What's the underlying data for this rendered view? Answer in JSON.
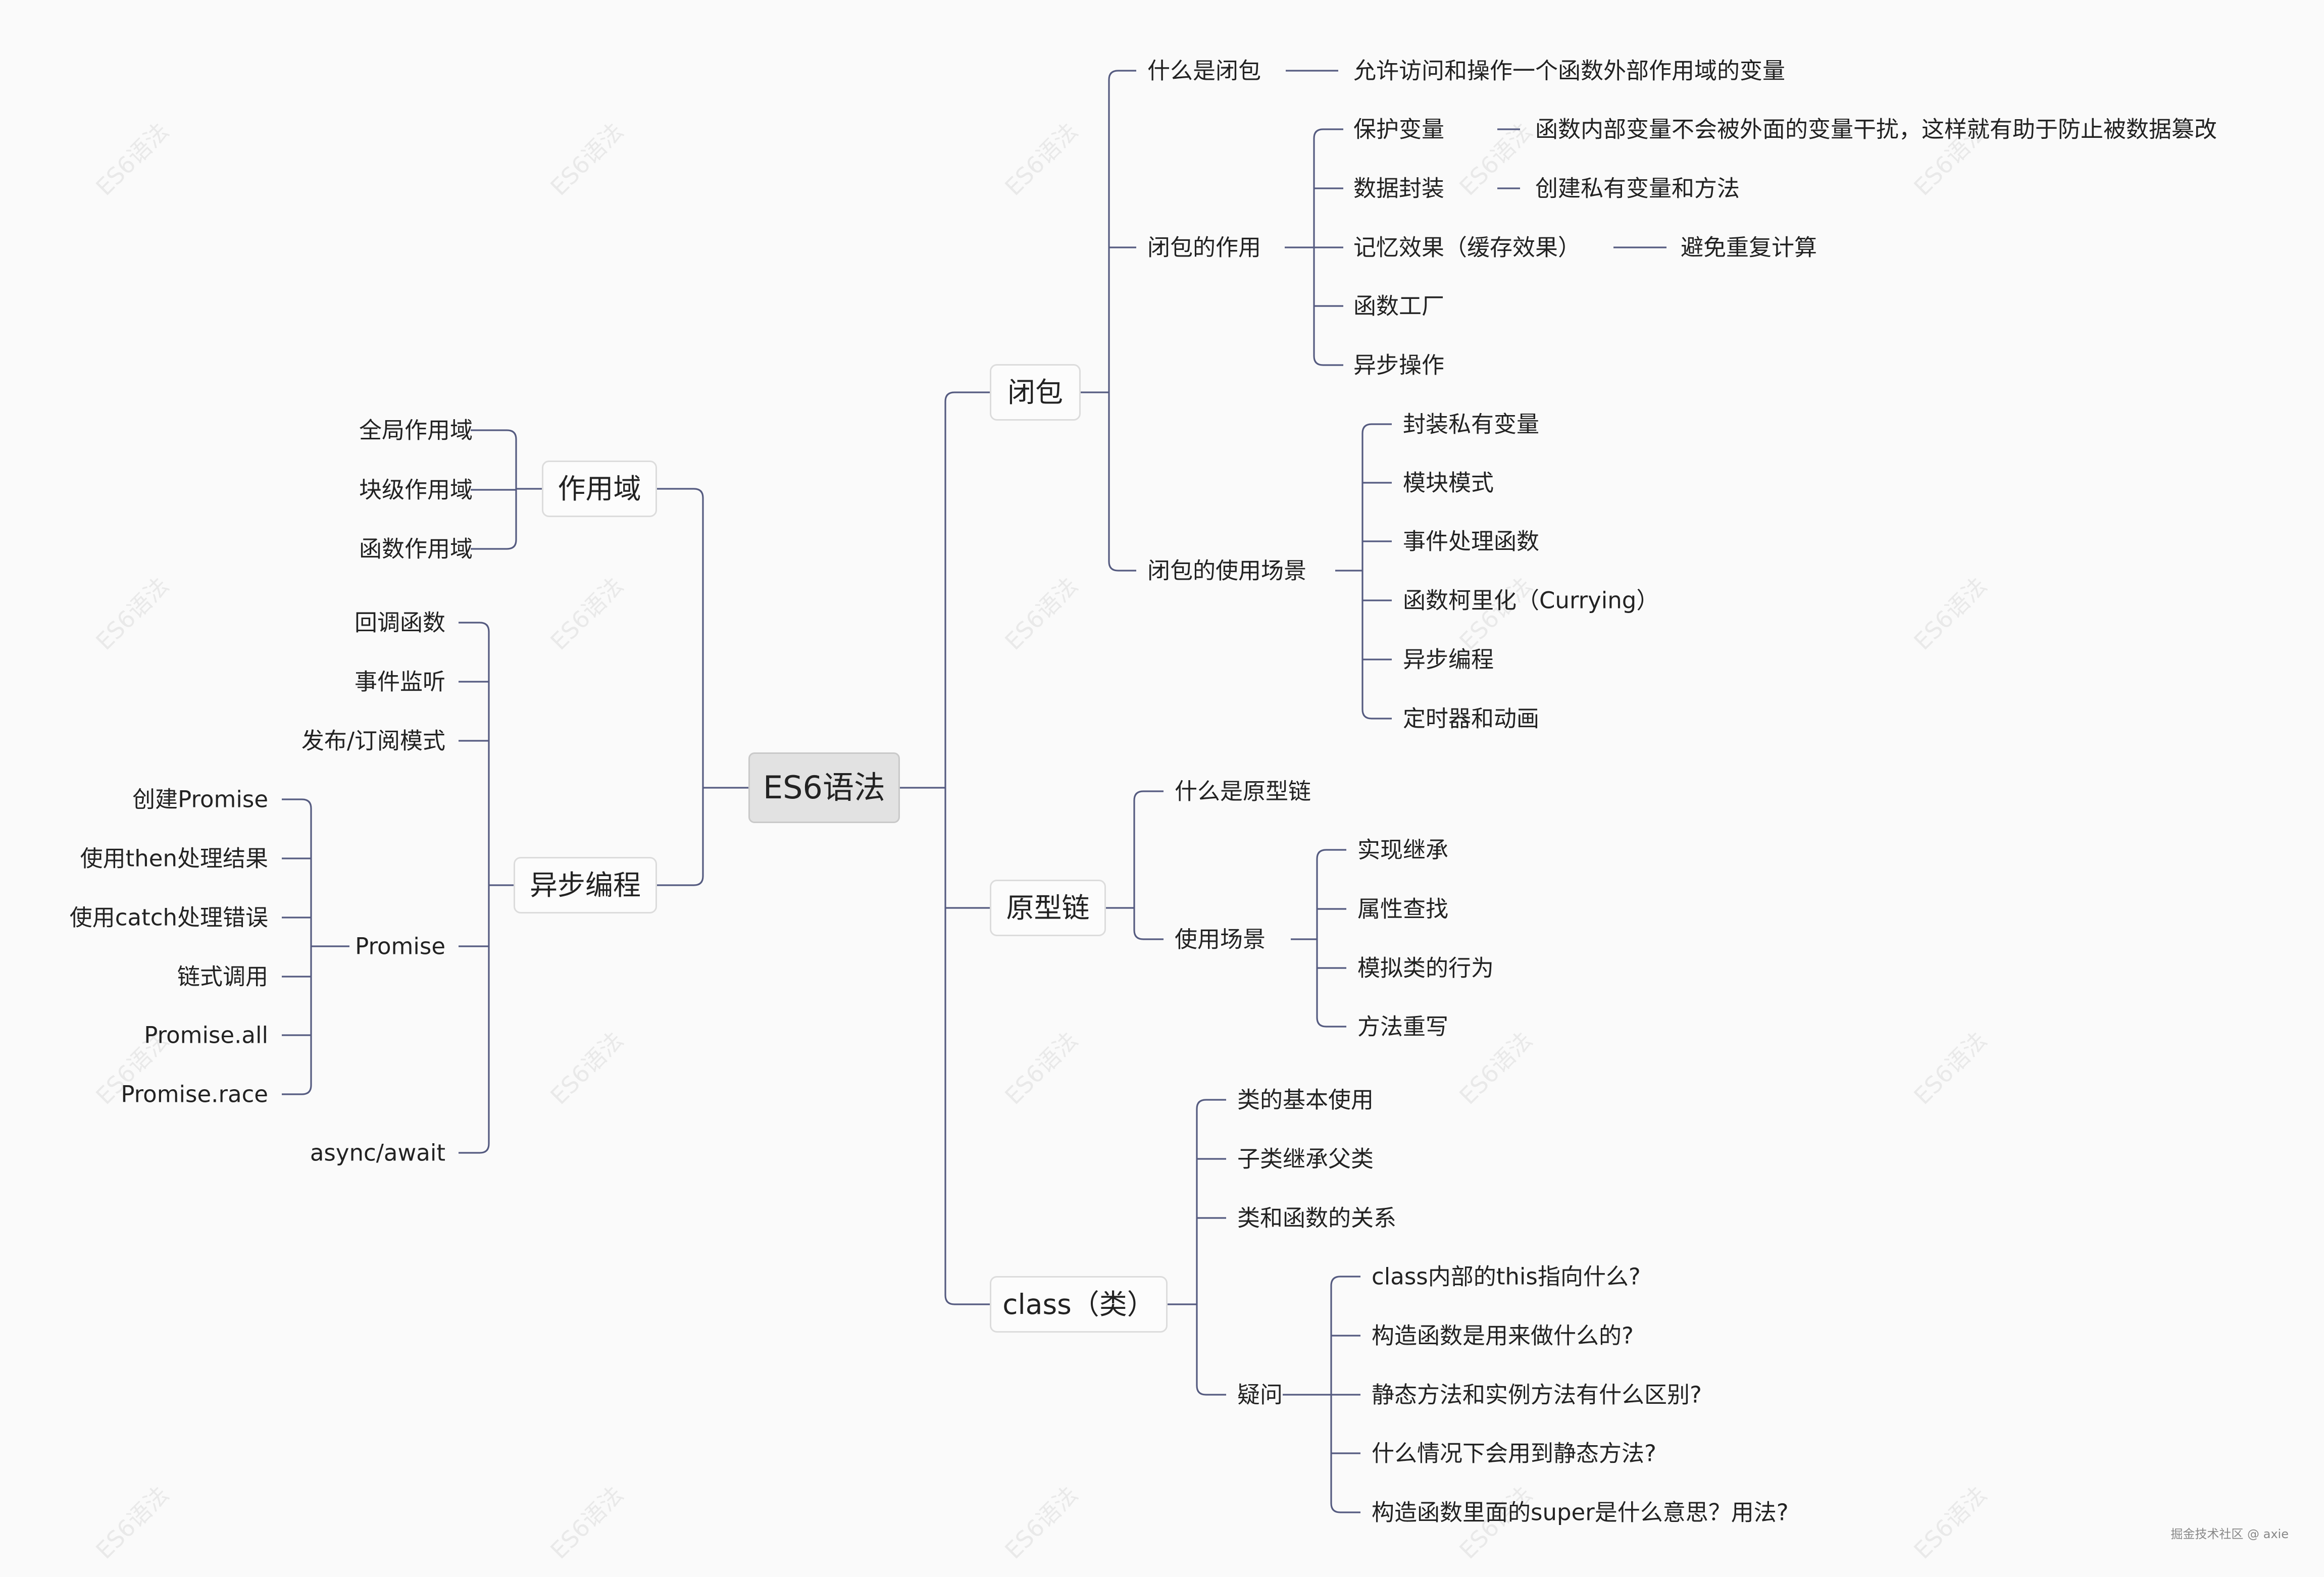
{
  "root": "ES6语法",
  "left": {
    "scope": {
      "label": "作用域",
      "children": [
        "全局作用域",
        "块级作用域",
        "函数作用域"
      ]
    },
    "async": {
      "label": "异步编程",
      "children": [
        "回调函数",
        "事件监听",
        "发布/订阅模式"
      ],
      "promise": {
        "label": "Promise",
        "children": [
          "创建Promise",
          "使用then处理结果",
          "使用catch处理错误",
          "链式调用",
          "Promise.all",
          "Promise.race"
        ]
      },
      "last": "async/await"
    }
  },
  "right": {
    "closure": {
      "label": "闭包",
      "what": {
        "label": "什么是闭包",
        "desc": "允许访问和操作一个函数外部作用域的变量"
      },
      "role": {
        "label": "闭包的作用",
        "items": [
          {
            "label": "保护变量",
            "desc": "函数内部变量不会被外面的变量干扰，这样就有助于防止被数据篡改"
          },
          {
            "label": "数据封装",
            "desc": "创建私有变量和方法"
          },
          {
            "label": "记忆效果（缓存效果）",
            "desc": "避免重复计算"
          },
          {
            "label": "函数工厂"
          },
          {
            "label": "异步操作"
          }
        ]
      },
      "usage": {
        "label": "闭包的使用场景",
        "items": [
          "封装私有变量",
          "模块模式",
          "事件处理函数",
          "函数柯里化（Currying）",
          "异步编程",
          "定时器和动画"
        ]
      }
    },
    "proto": {
      "label": "原型链",
      "what": "什么是原型链",
      "usage": {
        "label": "使用场景",
        "items": [
          "实现继承",
          "属性查找",
          "模拟类的行为",
          "方法重写"
        ]
      }
    },
    "class": {
      "label": "class（类）",
      "items": [
        "类的基本使用",
        "子类继承父类",
        "类和函数的关系"
      ],
      "doubt": {
        "label": "疑问",
        "items": [
          "class内部的this指向什么?",
          "构造函数是用来做什么的?",
          "静态方法和实例方法有什么区别?",
          "什么情况下会用到静态方法?",
          "构造函数里面的super是什么意思？用法?"
        ]
      }
    }
  },
  "watermark": "ES6语法",
  "credit": "掘金技术社区 @ axie"
}
